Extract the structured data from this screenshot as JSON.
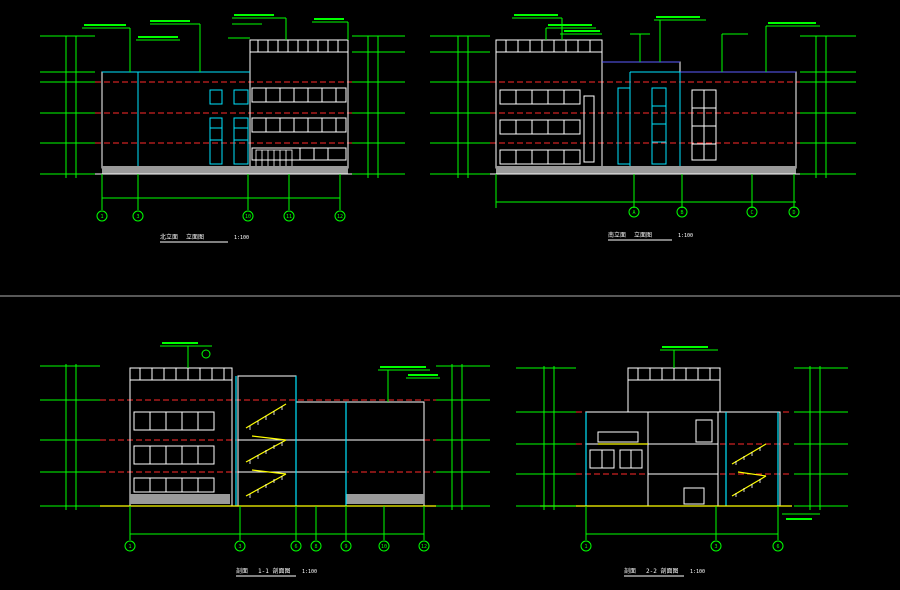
{
  "sheet": {
    "background": "#000000",
    "colors": {
      "dim": "#00ff00",
      "outline": "#ffffff",
      "glass": "#00e5ff",
      "axis": "#ff2a2a",
      "roof": "#5b5bff",
      "stair": "#ffff00",
      "ground": "#9a9a9a",
      "divider": "#b0b0b0"
    }
  },
  "views": {
    "elev_a": {
      "title_prefix": "北立面",
      "title_suffix": "立面图",
      "scale": "1:100",
      "axes": [
        "1",
        "3",
        "10",
        "11",
        "12"
      ]
    },
    "elev_b": {
      "title_prefix": "南立面",
      "title_suffix": "立面图",
      "scale": "1:100",
      "axes": [
        "A",
        "B",
        "C",
        "D"
      ]
    },
    "sect_a": {
      "title_prefix": "剖面",
      "title_suffix": "1-1 剖面图",
      "scale": "1:100",
      "axes": [
        "1",
        "3",
        "6",
        "8",
        "9",
        "10",
        "12"
      ]
    },
    "sect_b": {
      "title_prefix": "剖面",
      "title_suffix": "2-2 剖面图",
      "scale": "1:100",
      "axes": [
        "1",
        "3",
        "6"
      ]
    }
  }
}
